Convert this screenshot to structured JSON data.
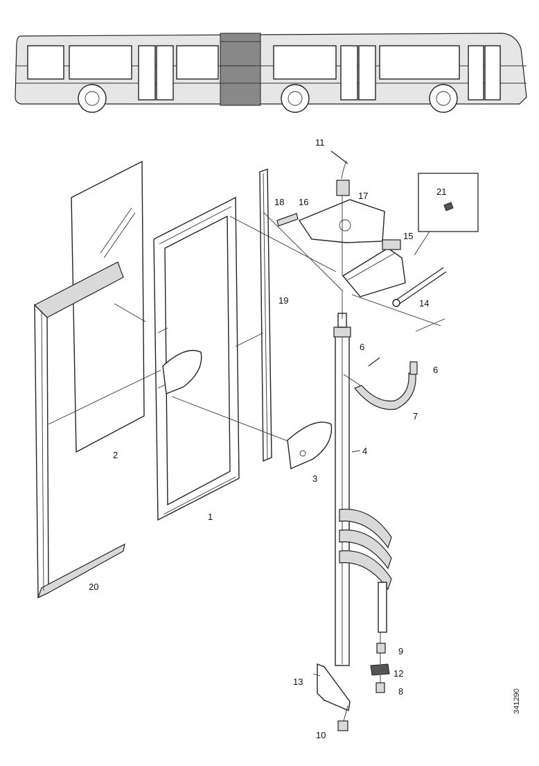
{
  "callouts": {
    "c1": "1",
    "c2": "2",
    "c3": "3",
    "c4": "4",
    "c6a": "6",
    "c6b": "6",
    "c7": "7",
    "c8": "8",
    "c9": "9",
    "c10": "10",
    "c11": "11",
    "c12": "12",
    "c13": "13",
    "c14": "14",
    "c15": "15",
    "c16": "16",
    "c17": "17",
    "c18": "18",
    "c19": "19",
    "c20": "20",
    "c21": "21"
  },
  "doc_code": "341290"
}
